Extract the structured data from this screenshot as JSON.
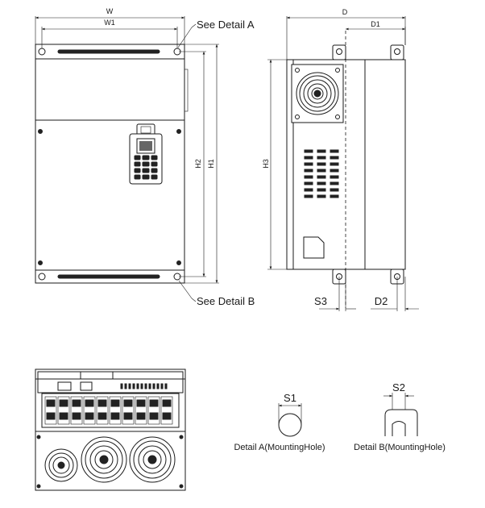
{
  "labels": {
    "W": "W",
    "W1": "W1",
    "D": "D",
    "D1": "D1",
    "H1": "H1",
    "H2": "H2",
    "H3": "H3",
    "S1": "S1",
    "S2": "S2",
    "S3": "S3",
    "D2": "D2",
    "see_detail_a": "See Detail A",
    "see_detail_b": "See Detail B",
    "detail_a_caption": "Detail A(MountingHole)",
    "detail_b_caption": "Detail B(MountingHole)"
  }
}
